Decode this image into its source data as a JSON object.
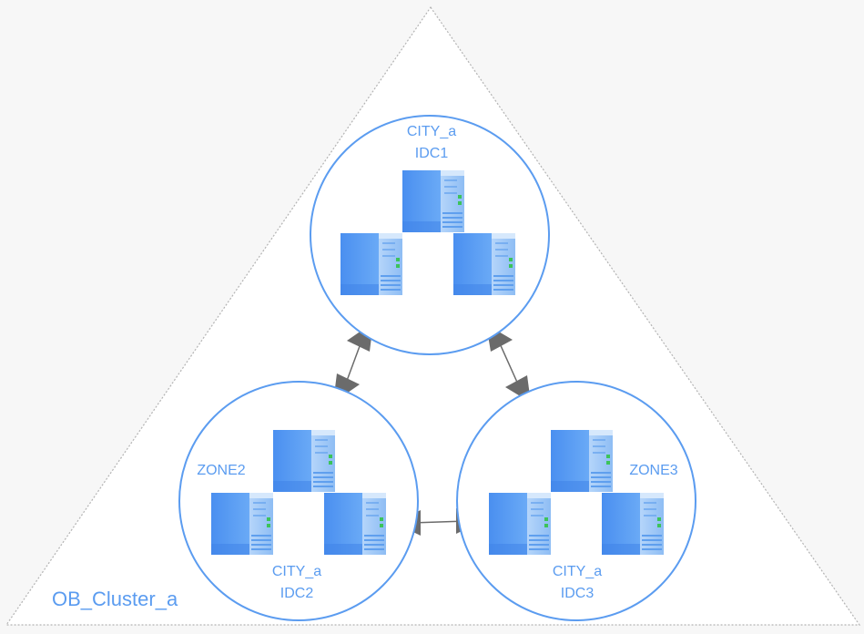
{
  "cluster": {
    "name": "OB_Cluster_a"
  },
  "zones": [
    {
      "id": "zone1",
      "city": "CITY_a",
      "idc": "IDC1",
      "zone_label": ""
    },
    {
      "id": "zone2",
      "city": "CITY_a",
      "idc": "IDC2",
      "zone_label": "ZONE2"
    },
    {
      "id": "zone3",
      "city": "CITY_a",
      "idc": "IDC3",
      "zone_label": "ZONE3"
    }
  ],
  "links": [
    {
      "from": "zone1",
      "to": "zone2",
      "bidirectional": true
    },
    {
      "from": "zone1",
      "to": "zone3",
      "bidirectional": true
    },
    {
      "from": "zone2",
      "to": "zone3",
      "bidirectional": true
    }
  ],
  "colors": {
    "accent": "#5b9cf0",
    "server_front": "#5a9ff5",
    "server_side": "#9cc6f7",
    "arrow": "#6b6b6b",
    "background": "#f7f7f7"
  },
  "icons": {
    "server": "server-icon",
    "arrow": "double-arrow-icon"
  }
}
